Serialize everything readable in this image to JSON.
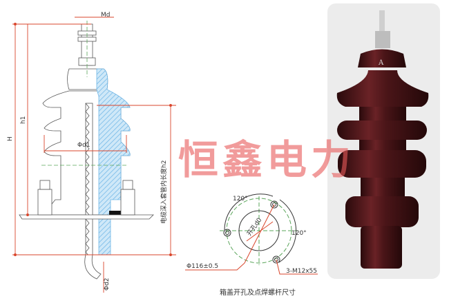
{
  "drawing": {
    "md_label": "Md",
    "h_label": "H",
    "h1_label": "h1",
    "d1_label": "Φd1",
    "h2_label": "电缆深入套管内长度h2",
    "d2_label": "Φd2"
  },
  "watermark": "恒鑫电力",
  "hole_plan": {
    "angle_top": "120°",
    "angle_right": "120°",
    "hole_label": "开孔d0",
    "pcd_label": "Φ116±0.5",
    "bolt_label": "3-M12x55",
    "caption": "箱盖开孔及点焊螺杆尺寸"
  },
  "photo": {
    "cap_mark": "A"
  },
  "colors": {
    "dimension": "#d9452b",
    "hatch": "#8cc8ec",
    "centerline": "#5aa55a",
    "porcelain": "#4a1518",
    "watermark": "#e85a5a"
  }
}
